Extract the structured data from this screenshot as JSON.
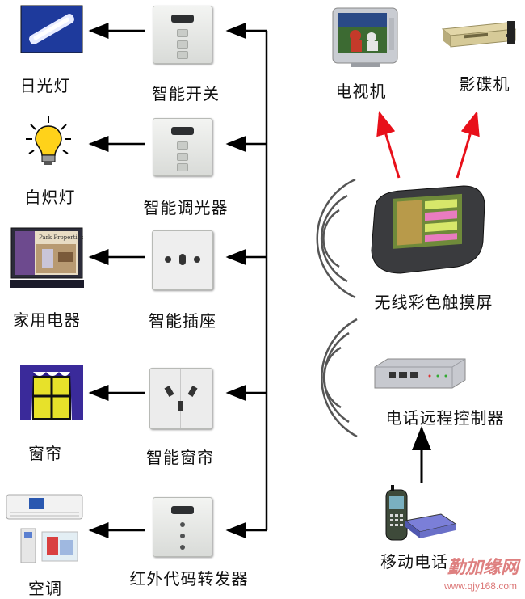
{
  "devices": {
    "fluorescent_lamp": "日光灯",
    "incandescent_lamp": "白炽灯",
    "home_appliance": "家用电器",
    "curtain": "窗帘",
    "air_conditioner": "空调"
  },
  "controllers": {
    "smart_switch": "智能开关",
    "smart_dimmer": "智能调光器",
    "smart_socket": "智能插座",
    "smart_curtain": "智能窗帘",
    "ir_transponder": "红外代码转发器"
  },
  "right": {
    "tv": "电视机",
    "dvd_player": "影碟机",
    "touchscreen": "无线彩色触摸屏",
    "phone_controller": "电话远程控制器",
    "mobile_phone": "移动电话"
  },
  "monitor_text": "Park Properties",
  "watermark": {
    "brand": "勤加缘网",
    "url": "www.qjy168.com"
  },
  "colors": {
    "connector": "#000000",
    "wireless_arrow": "#e8101a",
    "watermark": "#d96a6a"
  }
}
